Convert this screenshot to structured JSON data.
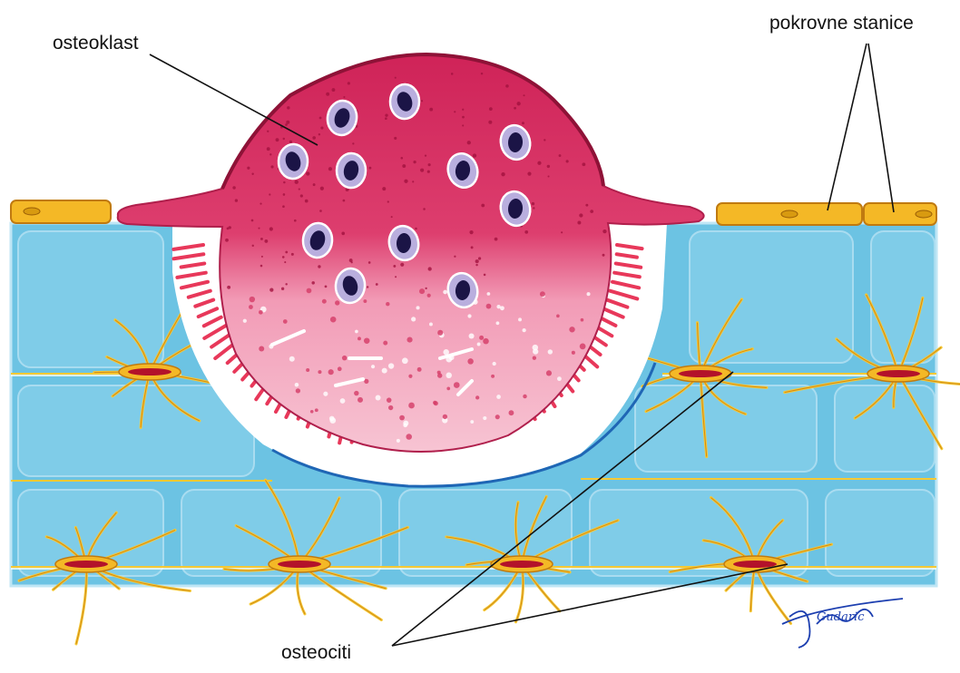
{
  "labels": {
    "osteoclast": "osteoklast",
    "lining_cells": "pokrovne stanice",
    "osteocytes": "osteociti",
    "signature": "Gudaric"
  },
  "colors": {
    "bone_matrix": "#6cc3e3",
    "bone_highlight": "#bfe6f5",
    "osteoclast_dark": "#d62a5e",
    "osteoclast_light": "#f2a7bd",
    "ruffled_border": "#e8385a",
    "nucleus_dark": "#1b1446",
    "nucleus_ring": "#b9aede",
    "lining_cell": "#f4b826",
    "canaliculi": "#f6c933",
    "osteocyte_core": "#b3122a",
    "cement_line": "#1f66b5",
    "signature_ink": "#1d3fb0"
  }
}
